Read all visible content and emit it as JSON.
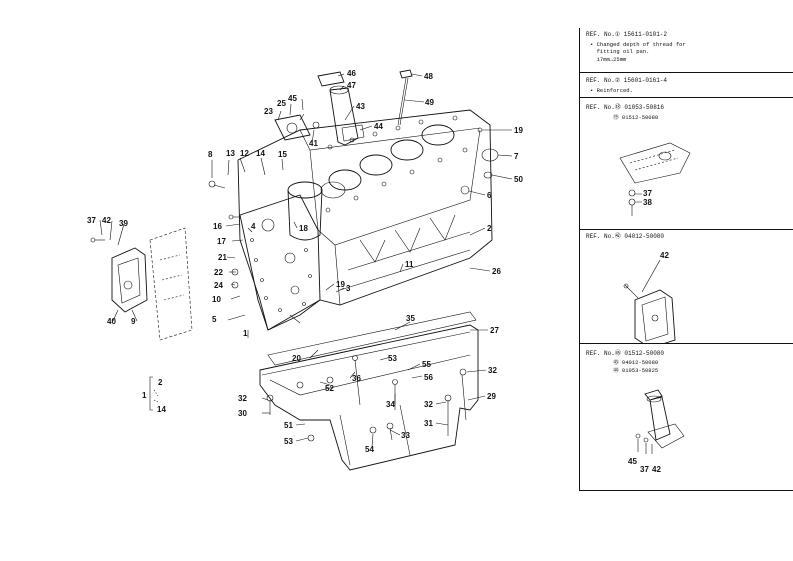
{
  "callouts": [
    "46",
    "47",
    "48",
    "49",
    "43",
    "44",
    "19",
    "7",
    "50",
    "6",
    "2",
    "26",
    "27",
    "32",
    "29",
    "31",
    "33",
    "54",
    "32",
    "53",
    "34",
    "55",
    "35",
    "56",
    "36",
    "52",
    "30",
    "32",
    "53",
    "51",
    "20",
    "19",
    "3",
    "11",
    "12",
    "13",
    "14",
    "15",
    "16",
    "17",
    "18",
    "8",
    "21",
    "22",
    "24",
    "23",
    "25",
    "45",
    "41",
    "37",
    "42",
    "39",
    "40",
    "9",
    "10",
    "5",
    "4",
    "1"
  ],
  "bracket_labels": [
    "1",
    "2",
    "14"
  ],
  "ref_panels": [
    {
      "header": "REF. No.① 15611-0101-2",
      "notes": [
        "• Changed depth of thread for",
        "  fitting oil pan.",
        "  17mm→25mm"
      ]
    },
    {
      "header": "REF. No.② 15601-0161-4",
      "notes": [
        "• Reinforced."
      ]
    },
    {
      "header": "REF. No.⑱ 01053-50816",
      "notes": [
        "       ⑲ 01512-50080"
      ],
      "callouts": [
        "37",
        "38"
      ]
    },
    {
      "header": "REF. No.㊷ 04012-50080",
      "notes": [],
      "callouts": [
        "42"
      ]
    },
    {
      "header": "REF. No.㊺ 01512-50080",
      "notes": [
        "       ㊸ 04012-50080",
        "       ㊹ 01053-50825"
      ],
      "callouts": [
        "45",
        "37",
        "42"
      ]
    }
  ]
}
